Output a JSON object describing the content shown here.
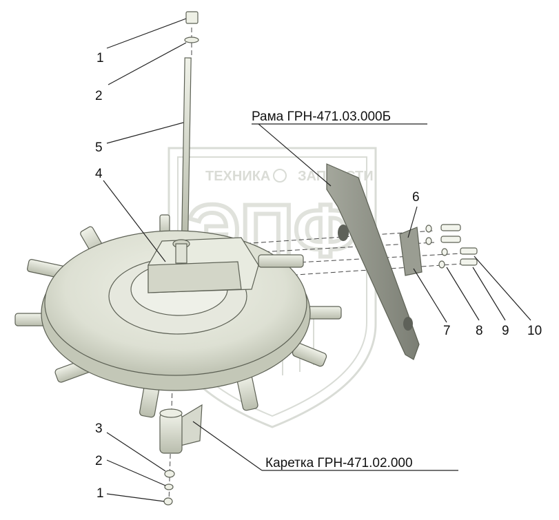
{
  "watermark": {
    "text_left": "ТЕХНИКА",
    "text_right": "ЗАПЧАСТИ",
    "logo_letters": "ЭПФ"
  },
  "assemblies": {
    "frame": "Рама ГРН-471.03.000Б",
    "carriage": "Каретка ГРН-471.02.000"
  },
  "callouts": {
    "c1_top": "1",
    "c2_top": "2",
    "c5": "5",
    "c4": "4",
    "c6": "6",
    "c7": "7",
    "c8": "8",
    "c9": "9",
    "c10": "10",
    "c3": "3",
    "c2_bottom": "2",
    "c1_bottom": "1"
  },
  "colors": {
    "part_fill": "#e3e6da",
    "part_shade": "#c9cdbd",
    "part_dark": "#a9ad9c",
    "plate_fill": "#8e9187",
    "line": "#222222"
  }
}
